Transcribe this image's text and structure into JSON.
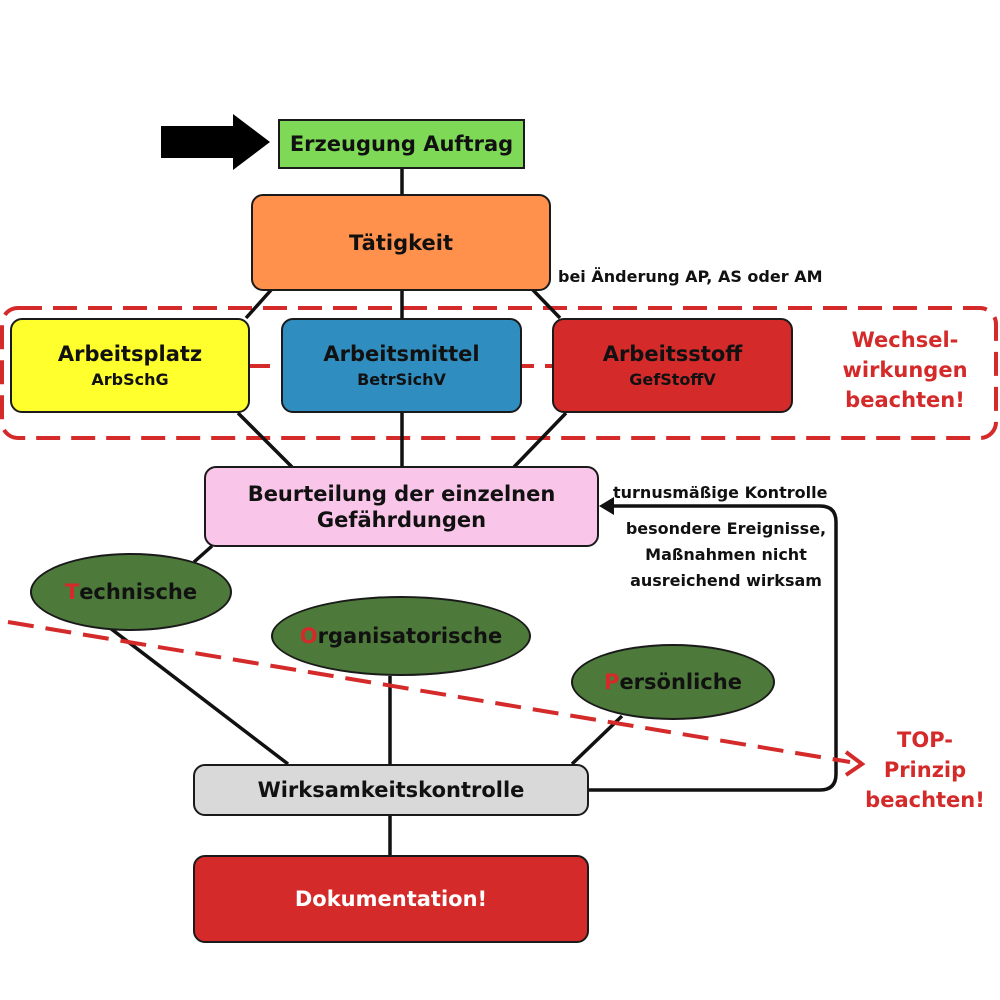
{
  "colors": {
    "start": "#7ed957",
    "activity": "#ff914d",
    "workplace": "#ffff2e",
    "equipment": "#2f8dbf",
    "substance": "#d42a2a",
    "assessment": "#f9c5e8",
    "measures": "#4d7a3a",
    "control": "#d9d9d9",
    "documentation": "#d42a2a",
    "warning": "#d42a2a"
  },
  "nodes": {
    "start": {
      "title": "Erzeugung Auftrag"
    },
    "activity": {
      "title": "Tätigkeit"
    },
    "workplace": {
      "title": "Arbeitsplatz",
      "sub": "ArbSchG"
    },
    "equipment": {
      "title": "Arbeitsmittel",
      "sub": "BetrSichV"
    },
    "substance": {
      "title": "Arbeitsstoff",
      "sub": "GefStoffV"
    },
    "assessment": {
      "title_line1": "Beurteilung der einzelnen",
      "title_line2": "Gefährdungen"
    },
    "technical": {
      "initial": "T",
      "rest": "echnische"
    },
    "organizational": {
      "initial": "O",
      "rest": "rganisatorische"
    },
    "personal": {
      "initial": "P",
      "rest": "ersönliche"
    },
    "control": {
      "title": "Wirksamkeitskontrolle"
    },
    "documentation": {
      "title": "Dokumentation!"
    }
  },
  "notes": {
    "change": "bei Änderung AP, AS oder AM",
    "periodic": "turnusmäßige Kontrolle",
    "events_line1": "besondere Ereignisse,",
    "events_line2": "Maßnahmen nicht",
    "events_line3": "ausreichend wirksam"
  },
  "warnings": {
    "interactions_line1": "Wechsel-",
    "interactions_line2": "wirkungen",
    "interactions_line3": "beachten!",
    "top_line1": "TOP-",
    "top_line2": "Prinzip",
    "top_line3": "beachten!"
  }
}
